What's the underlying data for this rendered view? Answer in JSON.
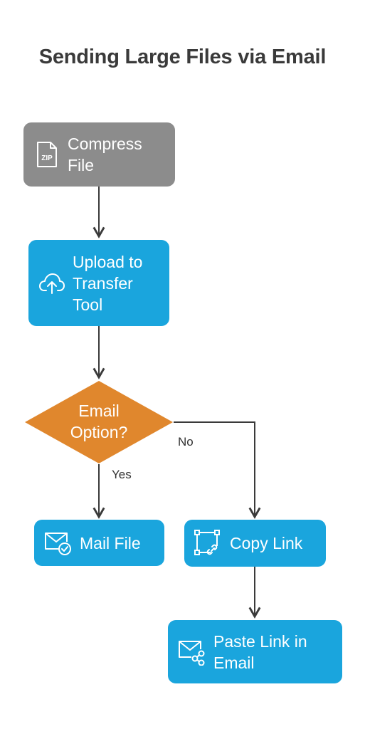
{
  "title": "Sending Large Files via Email",
  "nodes": {
    "compress": {
      "label": "Compress\nFile",
      "icon": "zip-file-icon",
      "color": "#8c8c8c"
    },
    "upload": {
      "label": "Upload to\nTransfer\nTool",
      "icon": "cloud-upload-icon",
      "color": "#1aa5dd"
    },
    "decision": {
      "label": "Email\nOption?",
      "color": "#e0872d"
    },
    "mail": {
      "label": "Mail File",
      "icon": "mail-check-icon",
      "color": "#1aa5dd"
    },
    "copy": {
      "label": "Copy Link",
      "icon": "copy-link-icon",
      "color": "#1aa5dd"
    },
    "paste": {
      "label": "Paste Link in\nEmail",
      "icon": "mail-share-icon",
      "color": "#1aa5dd"
    }
  },
  "edges": {
    "yes_label": "Yes",
    "no_label": "No"
  }
}
